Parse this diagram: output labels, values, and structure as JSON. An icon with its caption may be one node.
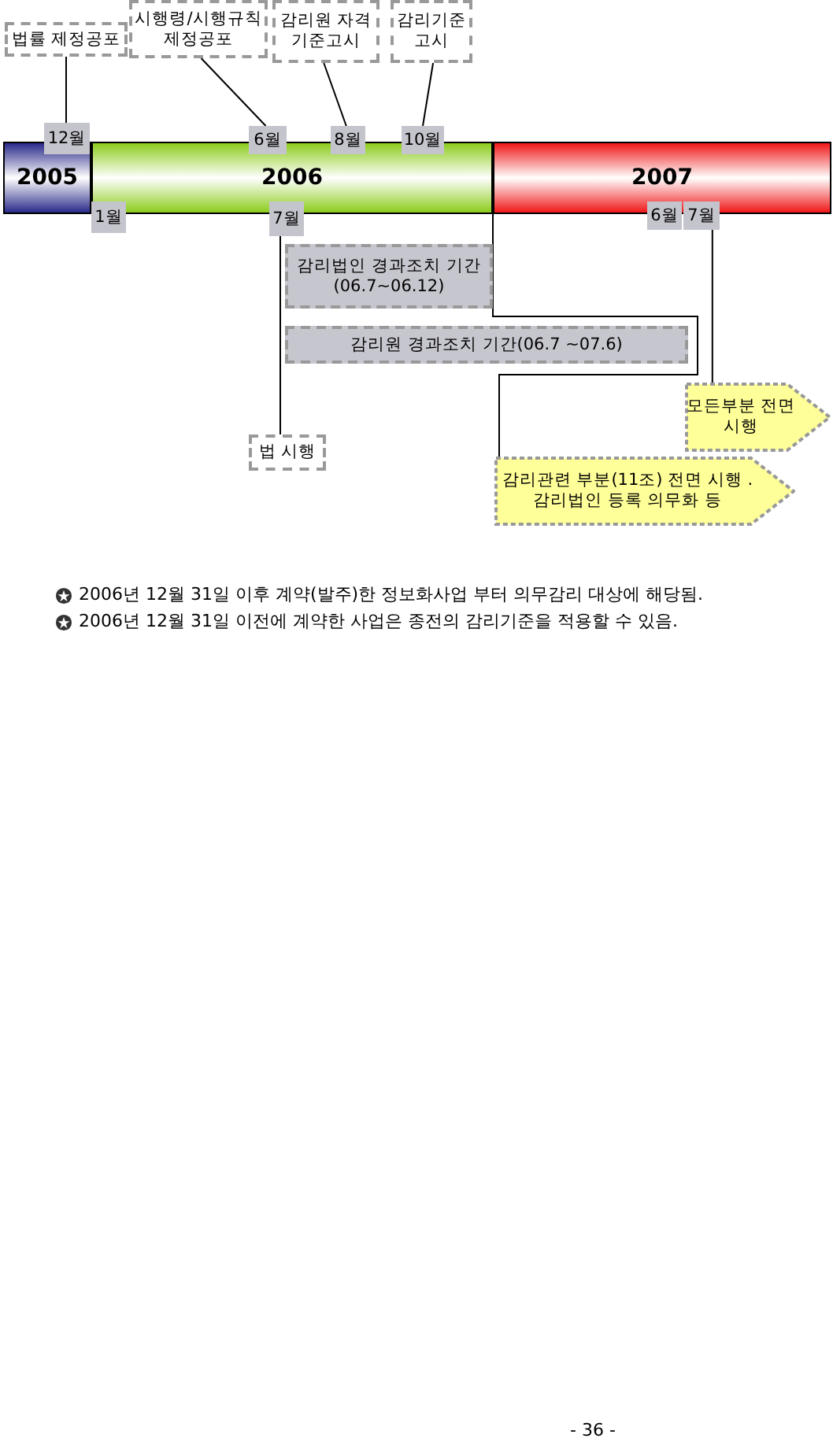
{
  "diagram": {
    "nodes": [
      {
        "text": [
          "법률 제정공포"
        ]
      },
      {
        "text": [
          "시행령/시행규칙 제정공포"
        ]
      },
      {
        "text": [
          "감리원 자격 기준고시"
        ]
      },
      {
        "text": [
          "감리기준 고시"
        ]
      },
      {
        "text": [
          "12월"
        ]
      },
      {
        "text": [
          "6월"
        ]
      },
      {
        "text": [
          "8월"
        ]
      },
      {
        "text": [
          "10월"
        ]
      },
      {
        "text": [
          "2005"
        ]
      },
      {
        "text": [
          "2006"
        ]
      },
      {
        "text": [
          "2007"
        ]
      },
      {
        "text": [
          "1월"
        ]
      },
      {
        "text": [
          "7월"
        ]
      },
      {
        "text": [
          "6월"
        ]
      },
      {
        "text": [
          "7월"
        ]
      },
      {
        "text": [
          "감리법인 경과조치 기간 (06.7~06.12)"
        ]
      },
      {
        "text": [
          "감리원 경과조치 기간(06.7 ~07.6)"
        ]
      },
      {
        "text": [
          "모든부분 전면시행"
        ]
      },
      {
        "text": [
          "법 시행"
        ]
      },
      {
        "text": [
          "감리관련 부분(11조) 전면 시행 . 감리법인 등록 의무화 등"
        ]
      }
    ],
    "edges": [
      {
        "from": 0,
        "to": 4,
        "arrow": "none"
      },
      {
        "from": 1,
        "to": 5,
        "arrow": "none"
      },
      {
        "from": 2,
        "to": 6,
        "arrow": "none"
      },
      {
        "from": 3,
        "to": 7,
        "arrow": "none"
      },
      {
        "from": 12,
        "to": 18,
        "arrow": "none"
      },
      {
        "from": 14,
        "to": 17,
        "arrow": "none"
      },
      {
        "from": 10,
        "to": 19,
        "arrow": "none"
      }
    ],
    "labels": [
      "2006년 12월 31일 이후 계약(발주)한 정보화사업 부터 의무감리 대상에 해당됨.",
      "2006년 12월 31일 이전에 계약한 사업은 종전의 감리기준을 적용할 수 있음.",
      "- 36 -"
    ]
  }
}
